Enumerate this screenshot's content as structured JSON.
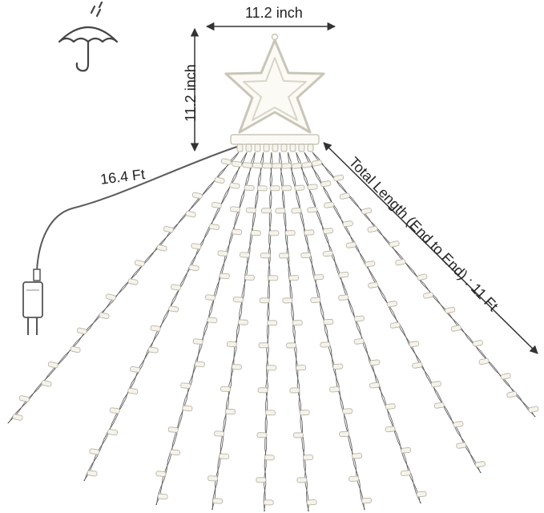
{
  "labels": {
    "star_width": "11.2 inch",
    "star_height": "11.2 inch",
    "cable_length": "16.4 Ft",
    "total_length": "Total Length (End to End) : 11 Ft"
  },
  "icons": {
    "weather": "umbrella-rain-icon",
    "top": "star-icon",
    "plug": "plug-adapter-icon"
  },
  "strands": {
    "count": 10,
    "bulbs_per_strand": 16
  },
  "colors": {
    "wire": "#555555",
    "bulb_fill": "#f6f3ea",
    "bulb_stroke": "#b8b4a8",
    "star_stroke": "#c9c6b8",
    "dimension_line": "#333333"
  }
}
